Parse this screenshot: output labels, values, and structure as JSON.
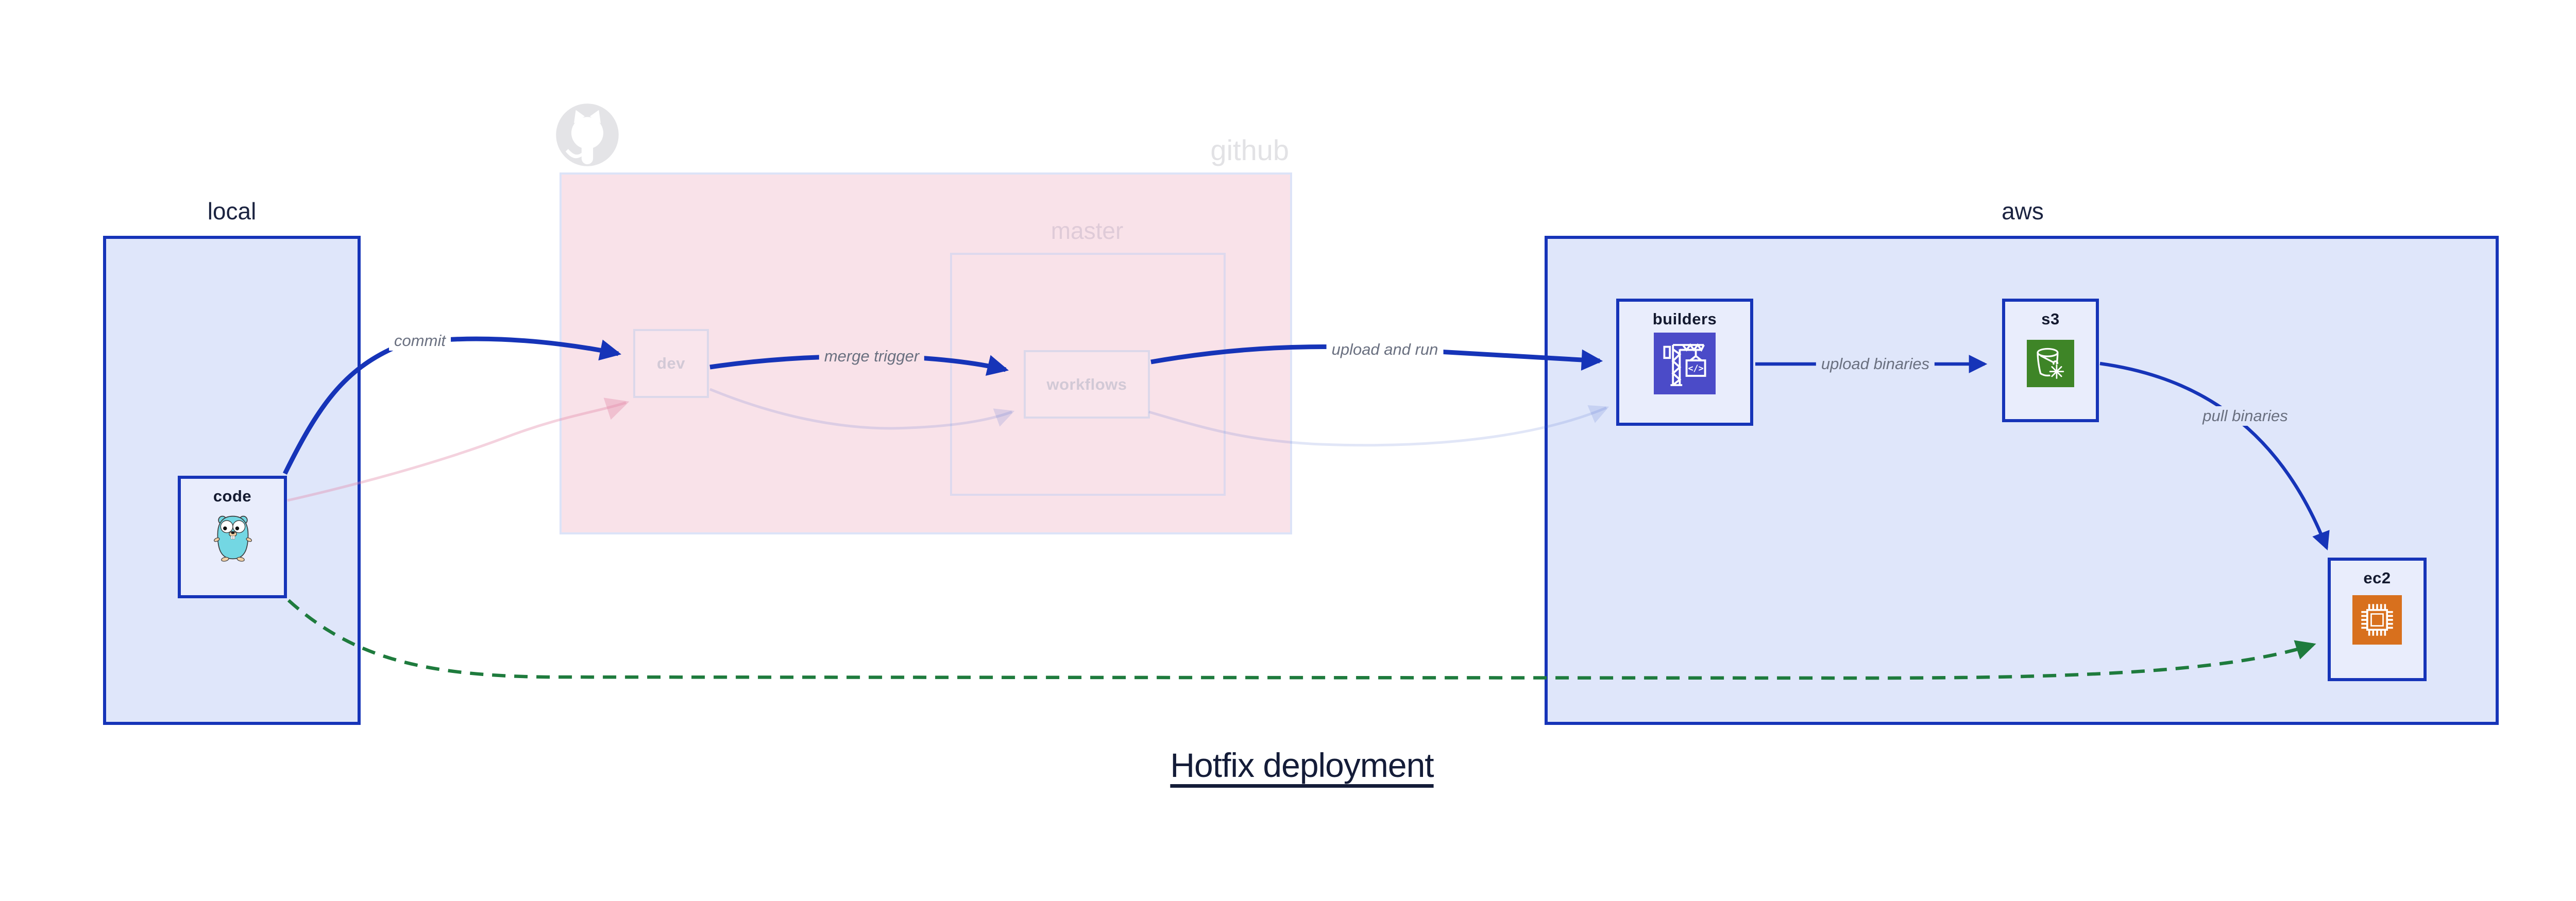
{
  "diagram": {
    "title": "Hotfix deployment"
  },
  "colors": {
    "primary_blue": "#1634b8",
    "group_fill_blue": "#dfe6fa",
    "node_fill_blue": "#e9edfc",
    "github_pink_fill": "#f9e2e9",
    "faded_border": "#ded9ee",
    "watermark_gray": "#e2e2e5",
    "edge_label_gray": "#6a7080",
    "hotfix_green": "#1e7b3d",
    "codebuild_purple": "#4b4bc8",
    "s3_green": "#3e8527",
    "ec2_orange": "#d8701d",
    "gopher_teal": "#73d7e3",
    "title_navy": "#141c38"
  },
  "groups": {
    "local": {
      "label": "local"
    },
    "github": {
      "label": "github",
      "master_label": "master"
    },
    "aws": {
      "label": "aws"
    }
  },
  "nodes": {
    "code": {
      "label": "code",
      "icon": "go-gopher"
    },
    "dev": {
      "label": "dev"
    },
    "workflows": {
      "label": "workflows"
    },
    "builders": {
      "label": "builders",
      "icon": "codebuild-crane",
      "icon_glyph": "</>"
    },
    "s3": {
      "label": "s3",
      "icon": "s3-bucket-snowflake"
    },
    "ec2": {
      "label": "ec2",
      "icon": "ec2-chip"
    }
  },
  "edges": {
    "commit": {
      "label": "commit"
    },
    "merge_trigger": {
      "label": "merge trigger"
    },
    "upload_and_run": {
      "label": "upload and run"
    },
    "upload_binaries": {
      "label": "upload binaries"
    },
    "pull_binaries": {
      "label": "pull binaries"
    }
  }
}
